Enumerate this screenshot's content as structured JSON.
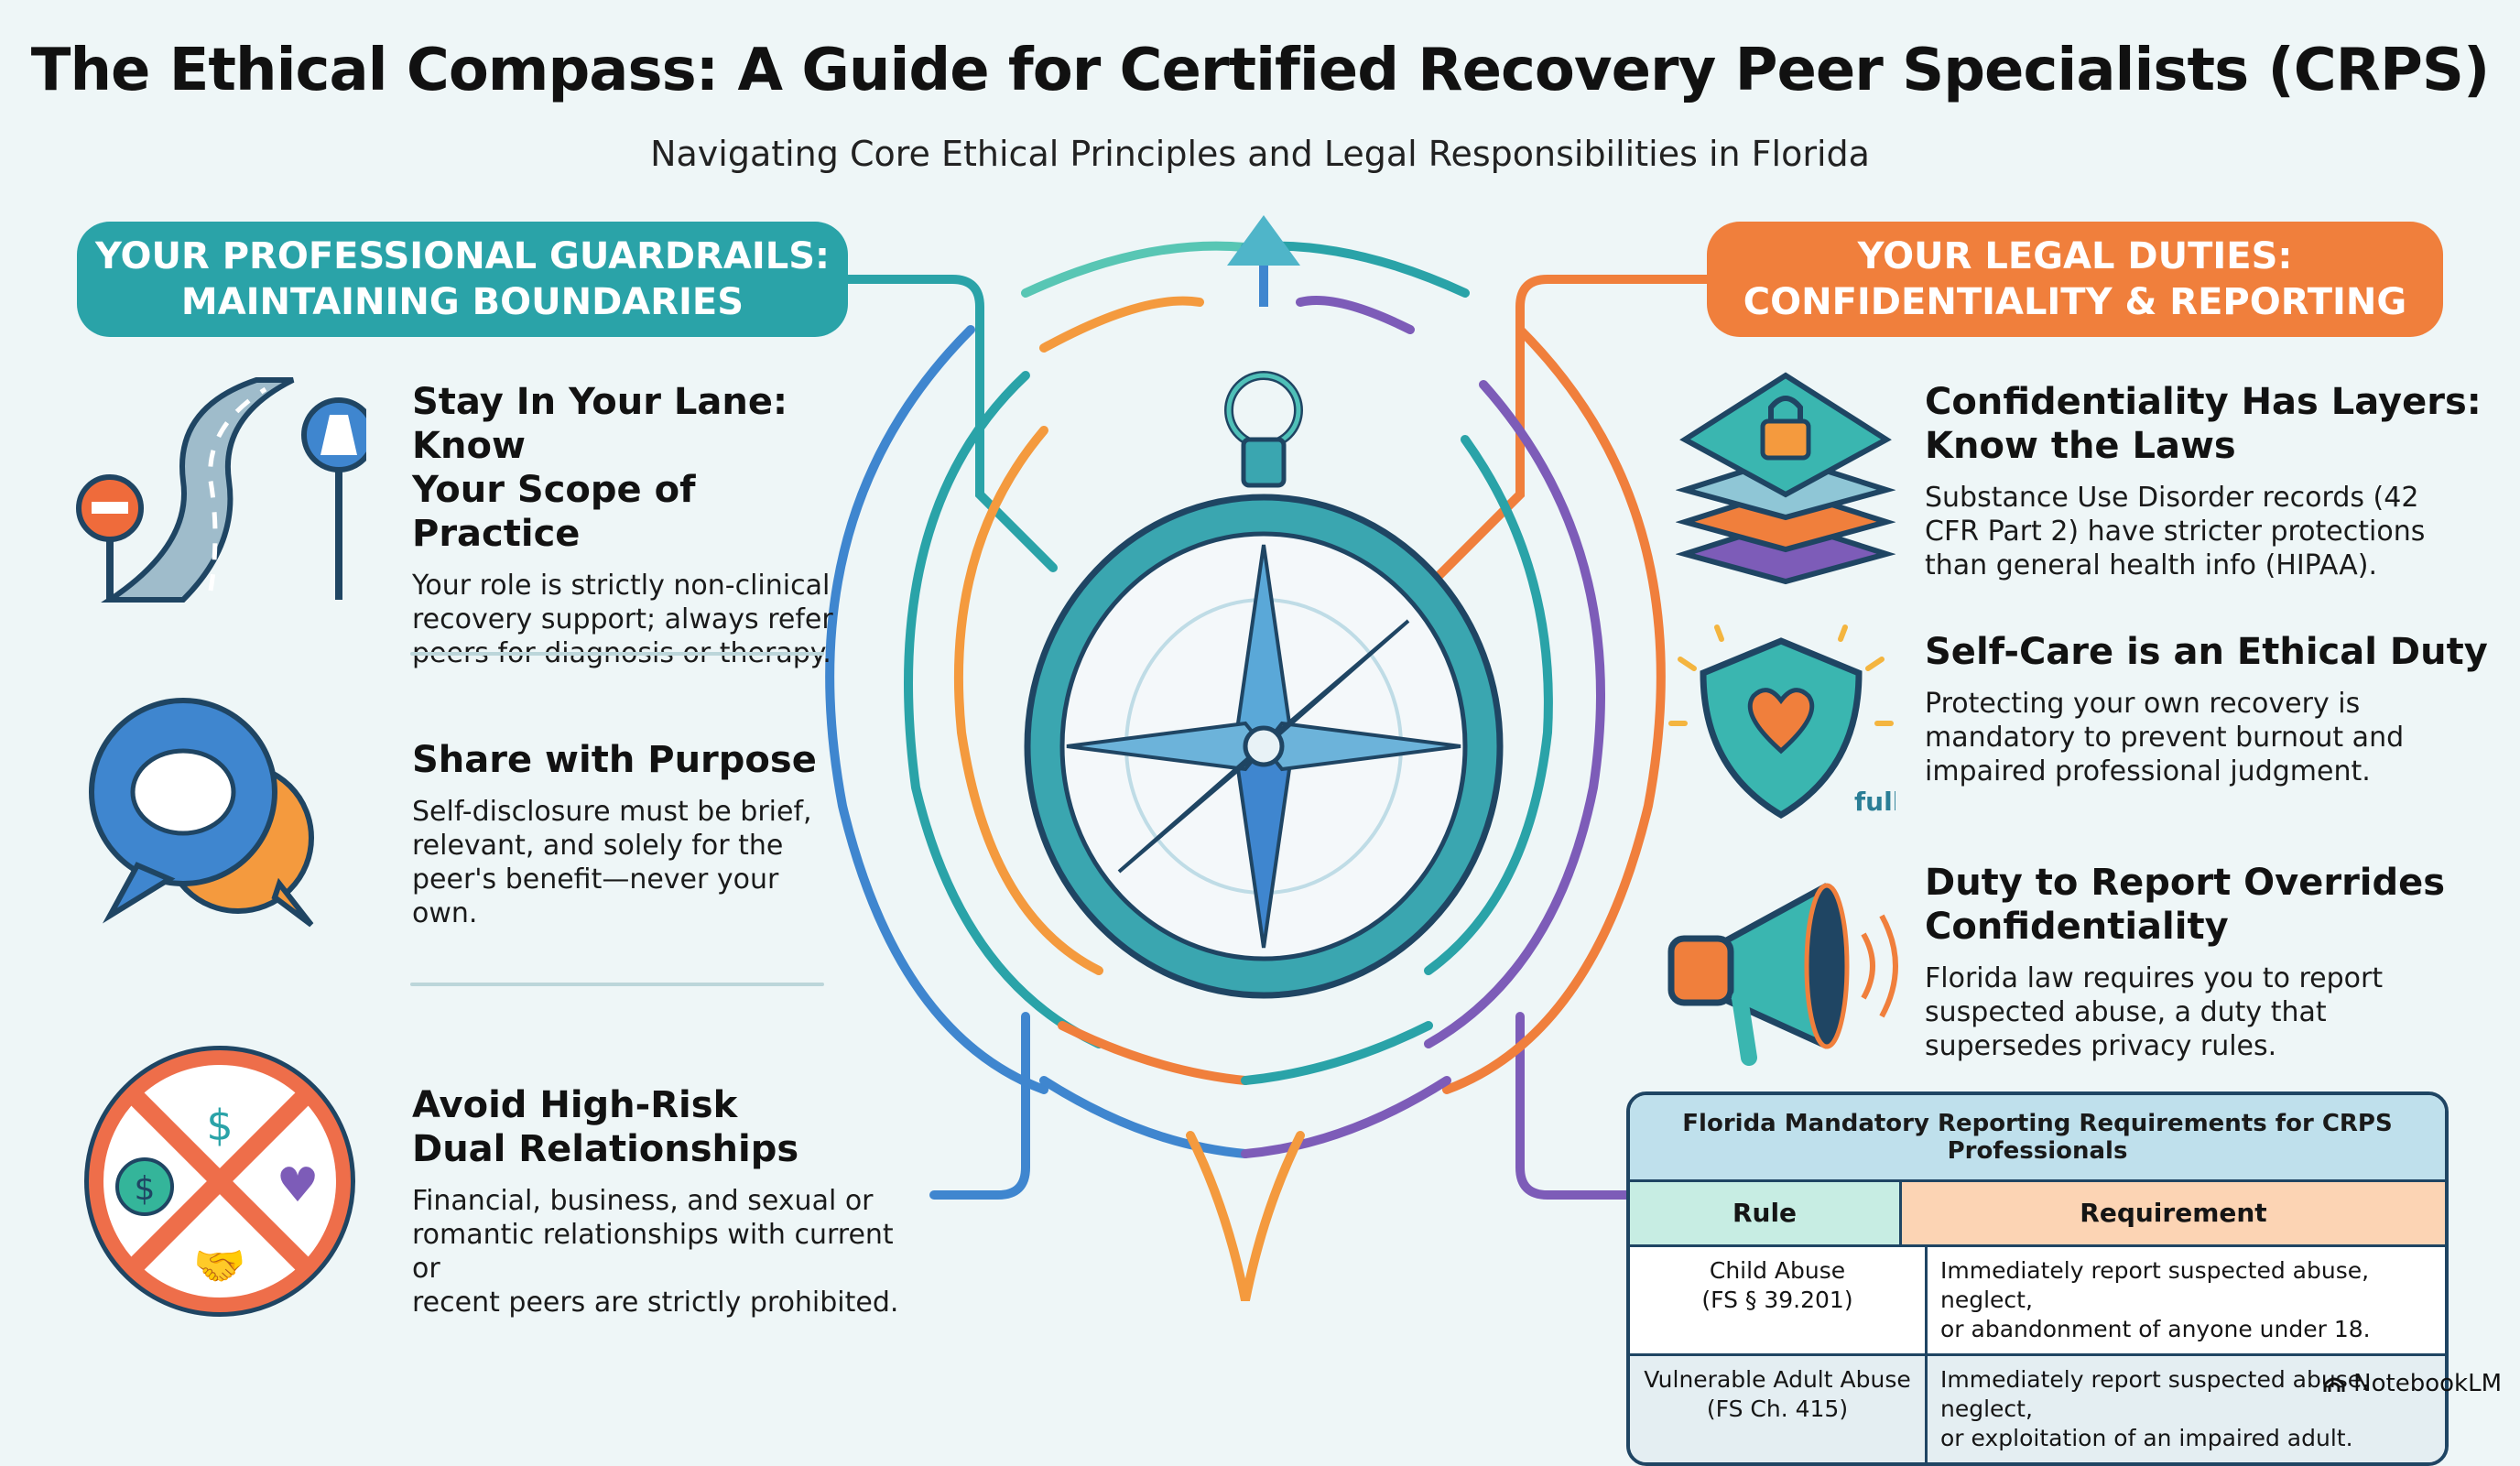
{
  "header": {
    "title": "The Ethical Compass: A Guide for Certified Recovery Peer Specialists (CRPS)",
    "subtitle": "Navigating Core Ethical Principles and Legal Responsibilities in Florida"
  },
  "left_section": {
    "heading_line1": "YOUR PROFESSIONAL GUARDRAILS:",
    "heading_line2": "MAINTAINING BOUNDARIES",
    "color": "#2aa3a8",
    "items": [
      {
        "icon": "winding-road-icon",
        "title_line1": "Stay In Your Lane: Know",
        "title_line2": "Your Scope of Practice",
        "body": [
          "Your role is strictly non-clinical",
          "recovery support; always refer",
          "peers for diagnosis or therapy."
        ]
      },
      {
        "icon": "speech-bubbles-icon",
        "title_line1": "Share with Purpose",
        "title_line2": "",
        "body": [
          "Self-disclosure must be brief,",
          "relevant, and solely for the",
          "peer's benefit—never your own."
        ]
      },
      {
        "icon": "prohibited-relationships-icon",
        "title_line1": "Avoid High-Risk",
        "title_line2": "Dual Relationships",
        "body": [
          "Financial, business, and sexual or",
          "romantic relationships with current or",
          "recent peers are strictly prohibited."
        ]
      }
    ]
  },
  "right_section": {
    "heading_line1": "YOUR LEGAL DUTIES:",
    "heading_line2": "CONFIDENTIALITY & REPORTING",
    "color": "#f07f3c",
    "items": [
      {
        "icon": "layered-locks-icon",
        "title_line1": "Confidentiality Has Layers:",
        "title_line2": "Know the Laws",
        "body": [
          "Substance Use Disorder records (42",
          "CFR Part 2) have stricter protections",
          "than general health info (HIPAA)."
        ]
      },
      {
        "icon": "shield-heart-icon",
        "icon_label": "full",
        "title_line1": "Self-Care is an Ethical Duty",
        "title_line2": "",
        "body": [
          "Protecting your own recovery is",
          "mandatory to prevent burnout and",
          "impaired professional judgment."
        ]
      },
      {
        "icon": "megaphone-icon",
        "title_line1": "Duty to Report Overrides",
        "title_line2": "Confidentiality",
        "body": [
          "Florida law requires you to report",
          "suspected abuse, a duty that",
          "supersedes privacy rules."
        ]
      }
    ]
  },
  "center": {
    "icon": "compass-icon",
    "arrow": "north-arrow-icon"
  },
  "table": {
    "caption": "Florida Mandatory Reporting Requirements for CRPS Professionals",
    "columns": [
      "Rule",
      "Requirement"
    ],
    "rows": [
      {
        "rule_line1": "Child Abuse",
        "rule_line2": "(FS § 39.201)",
        "requirement_line1": "Immediately report suspected abuse, neglect,",
        "requirement_line2": "or abandonment of anyone under 18."
      },
      {
        "rule_line1": "Vulnerable Adult Abuse",
        "rule_line2": "(FS Ch. 415)",
        "requirement_line1": "Immediately report suspected abuse, neglect,",
        "requirement_line2": "or exploitation of an impaired adult."
      }
    ]
  },
  "footer": {
    "brand": "NotebookLM"
  }
}
